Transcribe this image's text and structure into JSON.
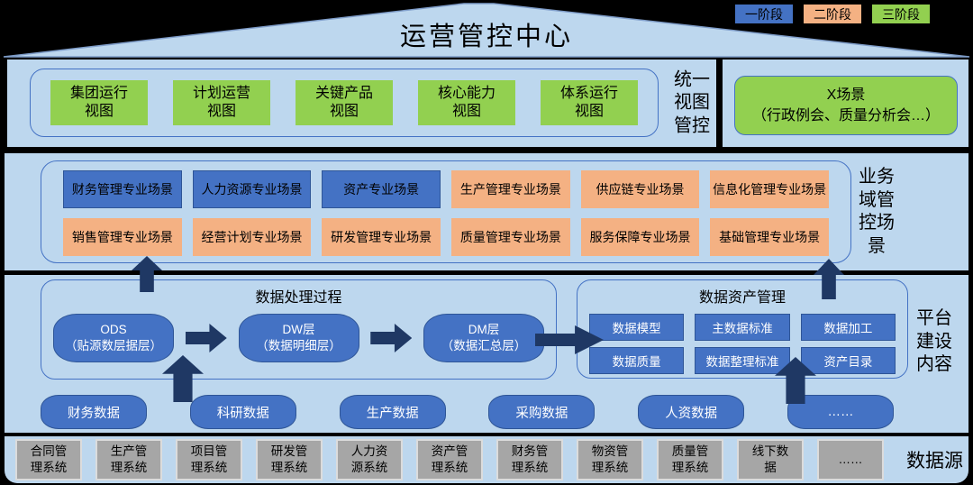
{
  "colors": {
    "phase1": "#4472C4",
    "phase2": "#F4B183",
    "phase3": "#92D050",
    "arrow": "#1F3864",
    "strip_bg": "#BDD7EE",
    "panel_border": "#4472C4",
    "source_box": "#A6A6A6"
  },
  "roof": {
    "title": "运营管控中心"
  },
  "legend": [
    {
      "label": "一阶段",
      "phase": 1
    },
    {
      "label": "二阶段",
      "phase": 2
    },
    {
      "label": "三阶段",
      "phase": 3
    }
  ],
  "unified_view": {
    "side_label": "统一视图管控",
    "views": [
      "集团运行\n视图",
      "计划运营\n视图",
      "关键产品\n视图",
      "核心能力\n视图",
      "体系运行\n视图"
    ],
    "x_scene": "X场景\n（行政例会、质量分析会…）"
  },
  "business_domain": {
    "side_label": "业务域管控场景",
    "scenarios": [
      {
        "label": "财务管理专业场景",
        "phase": 1
      },
      {
        "label": "人力资源专业场景",
        "phase": 1
      },
      {
        "label": "资产专业场景",
        "phase": 1
      },
      {
        "label": "生产管理专业场景",
        "phase": 2
      },
      {
        "label": "供应链专业场景",
        "phase": 2
      },
      {
        "label": "信息化管理专业场景",
        "phase": 2
      },
      {
        "label": "销售管理专业场景",
        "phase": 2
      },
      {
        "label": "经营计划专业场景",
        "phase": 2
      },
      {
        "label": "研发管理专业场景",
        "phase": 2
      },
      {
        "label": "质量管理专业场景",
        "phase": 2
      },
      {
        "label": "服务保障专业场景",
        "phase": 2
      },
      {
        "label": "基础管理专业场景",
        "phase": 2
      }
    ]
  },
  "platform": {
    "side_label": "平台建设内容",
    "processing": {
      "title": "数据处理过程",
      "stages": [
        "ODS\n（贴源数层据层）",
        "DW层\n（数据明细层）",
        "DM层\n（数据汇总层）"
      ]
    },
    "asset": {
      "title": "数据资产管理",
      "items": [
        "数据模型",
        "主数据标准",
        "数据加工",
        "数据质量",
        "数据整理标准",
        "资产目录"
      ]
    },
    "stores": [
      "财务数据",
      "科研数据",
      "生产数据",
      "采购数据",
      "人资数据",
      "……"
    ]
  },
  "sources": {
    "side_label": "数据源",
    "systems": [
      "合同管\n理系统",
      "生产管\n理系统",
      "项目管\n理系统",
      "研发管\n理系统",
      "人力资\n源系统",
      "资产管\n理系统",
      "财务管\n理系统",
      "物资管\n理系统",
      "质量管\n理系统",
      "线下数\n据",
      "……"
    ]
  }
}
